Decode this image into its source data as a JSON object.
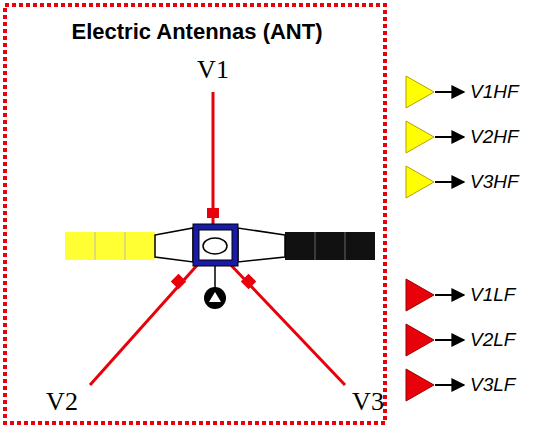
{
  "diagram": {
    "title": "Electric Antennas (ANT)",
    "labels": [
      "V1",
      "V2",
      "V3",
      "V1HF",
      "V2HF",
      "V3HF",
      "V1LF",
      "V2LF",
      "V3LF"
    ]
  }
}
